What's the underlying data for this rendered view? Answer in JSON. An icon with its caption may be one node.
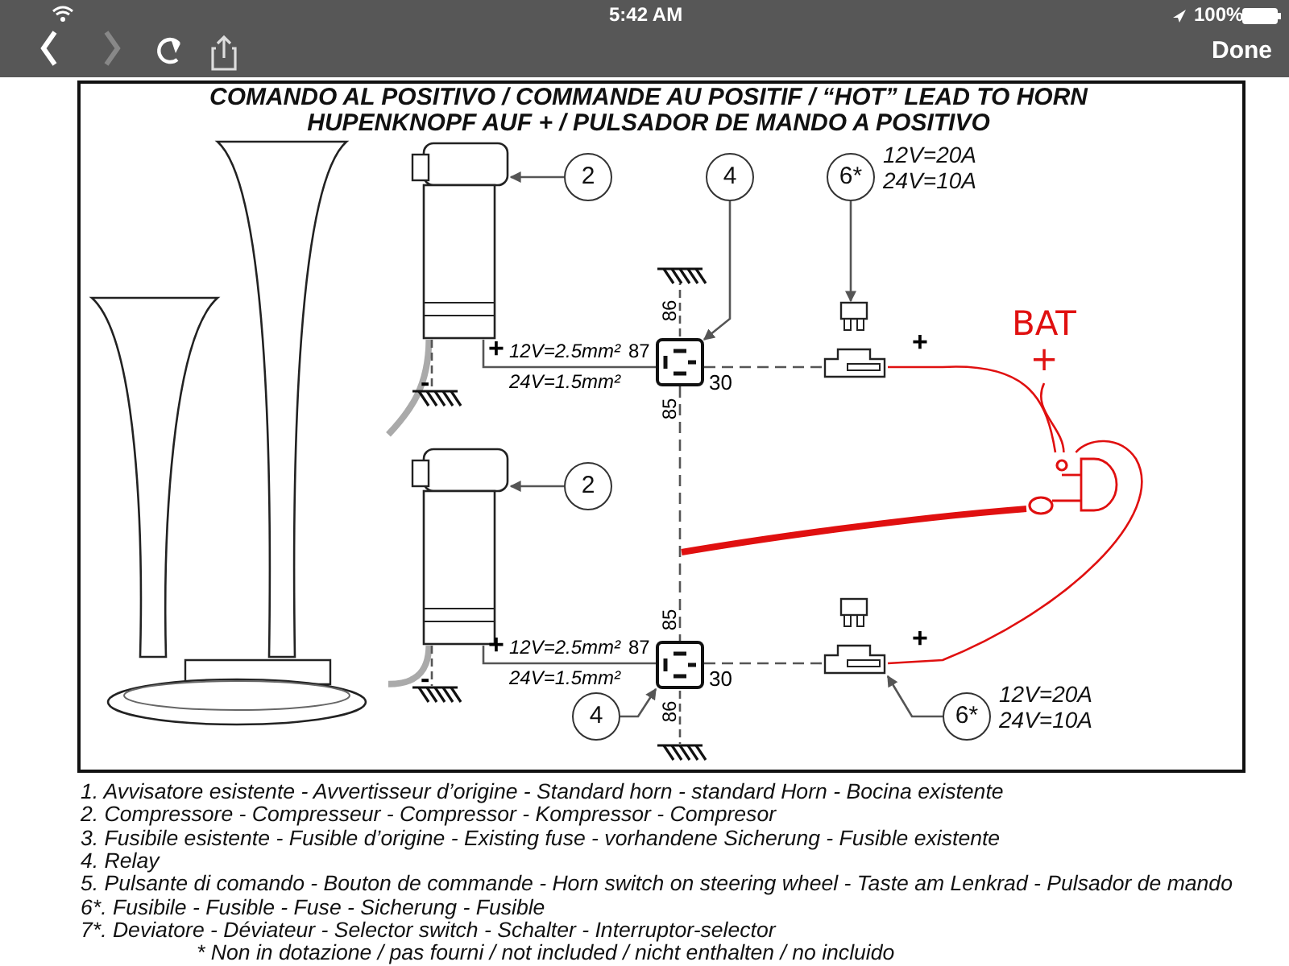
{
  "diagram": {
    "title": "COMANDO AL POSITIVO / COMMANDE AU POSITIF / “HOT” LEAD TO HORN HUPENKNOPF AUF + / PULSADOR DE MANDO A POSITIVO",
    "nodes": [
      {
        "text": [],
        "shape": "picture"
      },
      {
        "text": [],
        "shape": "picture"
      },
      {
        "text": [
          "2"
        ]
      },
      {
        "text": [
          "4"
        ]
      },
      {
        "text": [
          "6*"
        ],
        "beside": [
          "12V=20A",
          "24V=10A"
        ]
      },
      {
        "text": [],
        "shape": "box"
      },
      {
        "text": [],
        "shape": "picture"
      },
      {
        "text": [
          "BAT +"
        ]
      },
      {
        "text": [],
        "shape": "picture"
      },
      {
        "text": [],
        "shape": "picture"
      },
      {
        "text": [
          "2"
        ]
      },
      {
        "text": [],
        "shape": "box"
      },
      {
        "text": [],
        "shape": "picture"
      },
      {
        "text": [
          "4"
        ]
      },
      {
        "text": [
          "6*"
        ],
        "beside": [
          "12V=20A",
          "24V=10A"
        ]
      }
    ],
    "edges": [
      {
        "from": 2,
        "to": 1,
        "arrow": "to"
      },
      {
        "from": 3,
        "to": 5,
        "arrow": "to"
      },
      {
        "from": 4,
        "to": 6,
        "arrow": "to"
      },
      {
        "from": 10,
        "to": 9,
        "arrow": "to"
      },
      {
        "from": 13,
        "to": 11,
        "arrow": "to"
      },
      {
        "from": 14,
        "to": 12,
        "arrow": "to"
      },
      {
        "from": 1,
        "to": 0,
        "arrow": "none",
        "style": "thick",
        "color": "#aaaaaa"
      },
      {
        "from": 9,
        "to": 0,
        "arrow": "none",
        "style": "thick",
        "color": "#aaaaaa"
      },
      {
        "from": 1,
        "to": 5,
        "arrow": "none"
      },
      {
        "from": 5,
        "to": 6,
        "arrow": "none",
        "style": "dashed"
      },
      {
        "from": 6,
        "to": 8,
        "arrow": "none",
        "color": "#e01010"
      },
      {
        "from": 7,
        "to": 8,
        "arrow": "none",
        "color": "#e01010"
      },
      {
        "from": 5,
        "to": 11,
        "arrow": "none",
        "style": "dashed"
      },
      {
        "from": 8,
        "to": null,
        "arrow": "none",
        "style": "thick",
        "color": "#e01010"
      },
      {
        "from": 9,
        "to": 11,
        "arrow": "none"
      },
      {
        "from": 11,
        "to": 12,
        "arrow": "none",
        "style": "dashed"
      },
      {
        "from": 12,
        "to": 8,
        "arrow": "none",
        "color": "#e01010"
      }
    ],
    "labels": [
      "5:42 AM",
      "100%",
      "Done",
      "+",
      "12V=2.5mm²",
      "24V=1.5mm²",
      "87",
      "86",
      "30",
      "85",
      "-",
      "+",
      "+",
      "12V=2.5mm²",
      "24V=1.5mm²",
      "87",
      "85",
      "30",
      "86",
      "-",
      "+",
      "1. Avvisatore esistente - Avvertisseur d’origine - Standard horn - standard Horn - Bocina existente",
      "2. Compressore - Compresseur - Compressor - Kompressor - Compresor",
      "3. Fusibile esistente - Fusible d’origine - Existing fuse - vorhandene Sicherung - Fusible existente",
      "4. Relay",
      "5. Pulsante di comando - Bouton de commande - Horn switch on steering wheel - Taste am Lenkrad - Pulsador de mando",
      "6*. Fusibile - Fusible - Fuse - Sicherung - Fusible",
      "7*. Deviatore - Déviateur - Selector switch - Schalter - Interruptor-selector",
      "* Non in dotazione / pas fourni / not included / nicht enthalten / no incluido"
    ]
  }
}
